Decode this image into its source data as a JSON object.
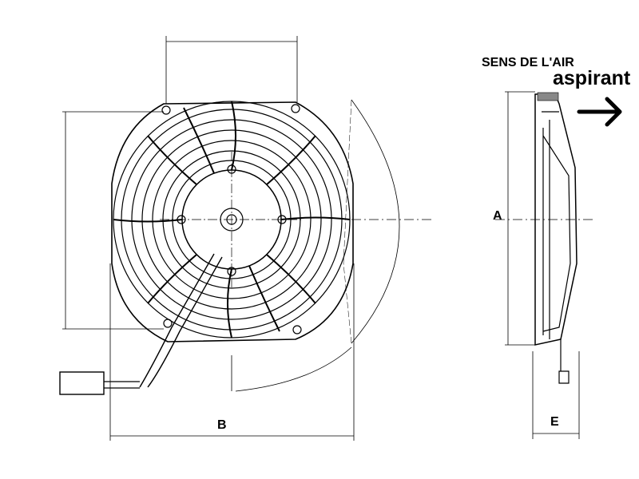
{
  "header": {
    "airflow_label": "SENS DE L'AIR",
    "airflow_mode": "aspirant"
  },
  "dimensions": {
    "a": "A",
    "b": "B",
    "e": "E"
  },
  "icons": {
    "airflow": "arrow-right-icon"
  },
  "colors": {
    "line": "#000000",
    "background": "#ffffff"
  }
}
